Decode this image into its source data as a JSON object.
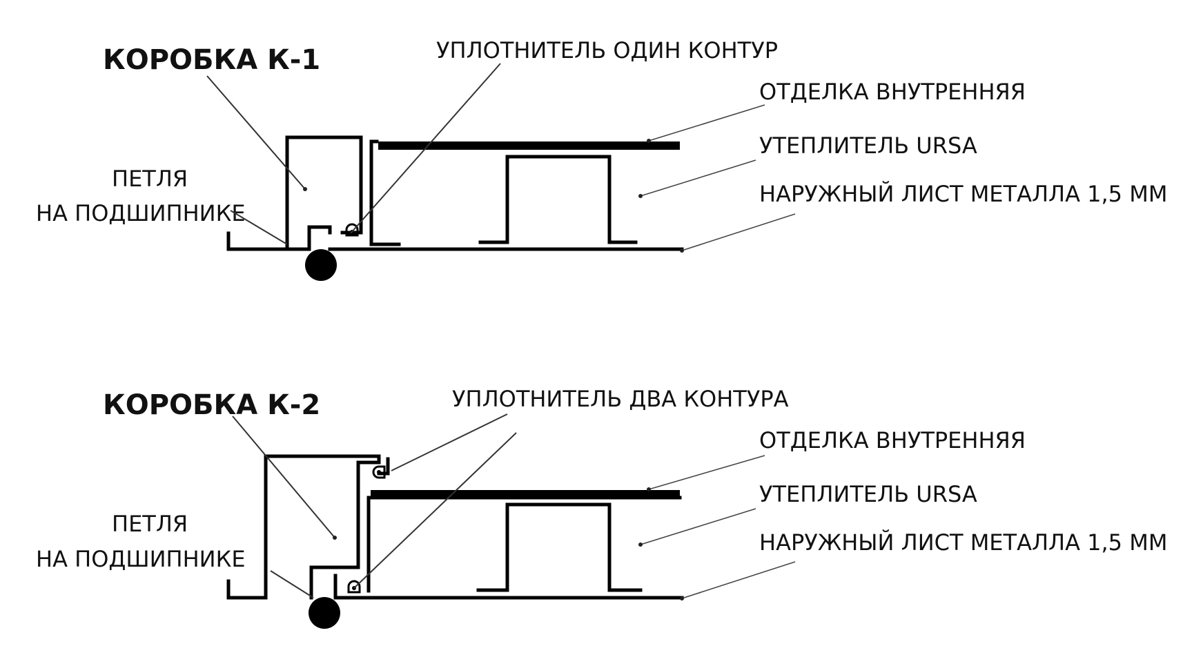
{
  "diagrams": [
    {
      "title": "КОРОБКА К-1",
      "labels": {
        "seal": "УПЛОТНИТЕЛЬ ОДИН КОНТУР",
        "finish": "ОТДЕЛКА ВНУТРЕННЯЯ",
        "insulation": "УТЕПЛИТЕЛЬ URSA",
        "outer_sheet": "НАРУЖНЫЙ ЛИСТ МЕТАЛЛА 1,5 ММ",
        "hinge_line1": "ПЕТЛЯ",
        "hinge_line2": "НА ПОДШИПНИКЕ"
      }
    },
    {
      "title": "КОРОБКА К-2",
      "labels": {
        "seal": "УПЛОТНИТЕЛЬ ДВА КОНТУРА",
        "finish": "ОТДЕЛКА ВНУТРЕННЯЯ",
        "insulation": "УТЕПЛИТЕЛЬ URSA",
        "outer_sheet": "НАРУЖНЫЙ ЛИСТ МЕТАЛЛА 1,5 ММ",
        "hinge_line1": "ПЕТЛЯ",
        "hinge_line2": "НА ПОДШИПНИКЕ"
      }
    }
  ],
  "colors": {
    "line": "#000000",
    "text": "#111111",
    "background": "#ffffff"
  }
}
